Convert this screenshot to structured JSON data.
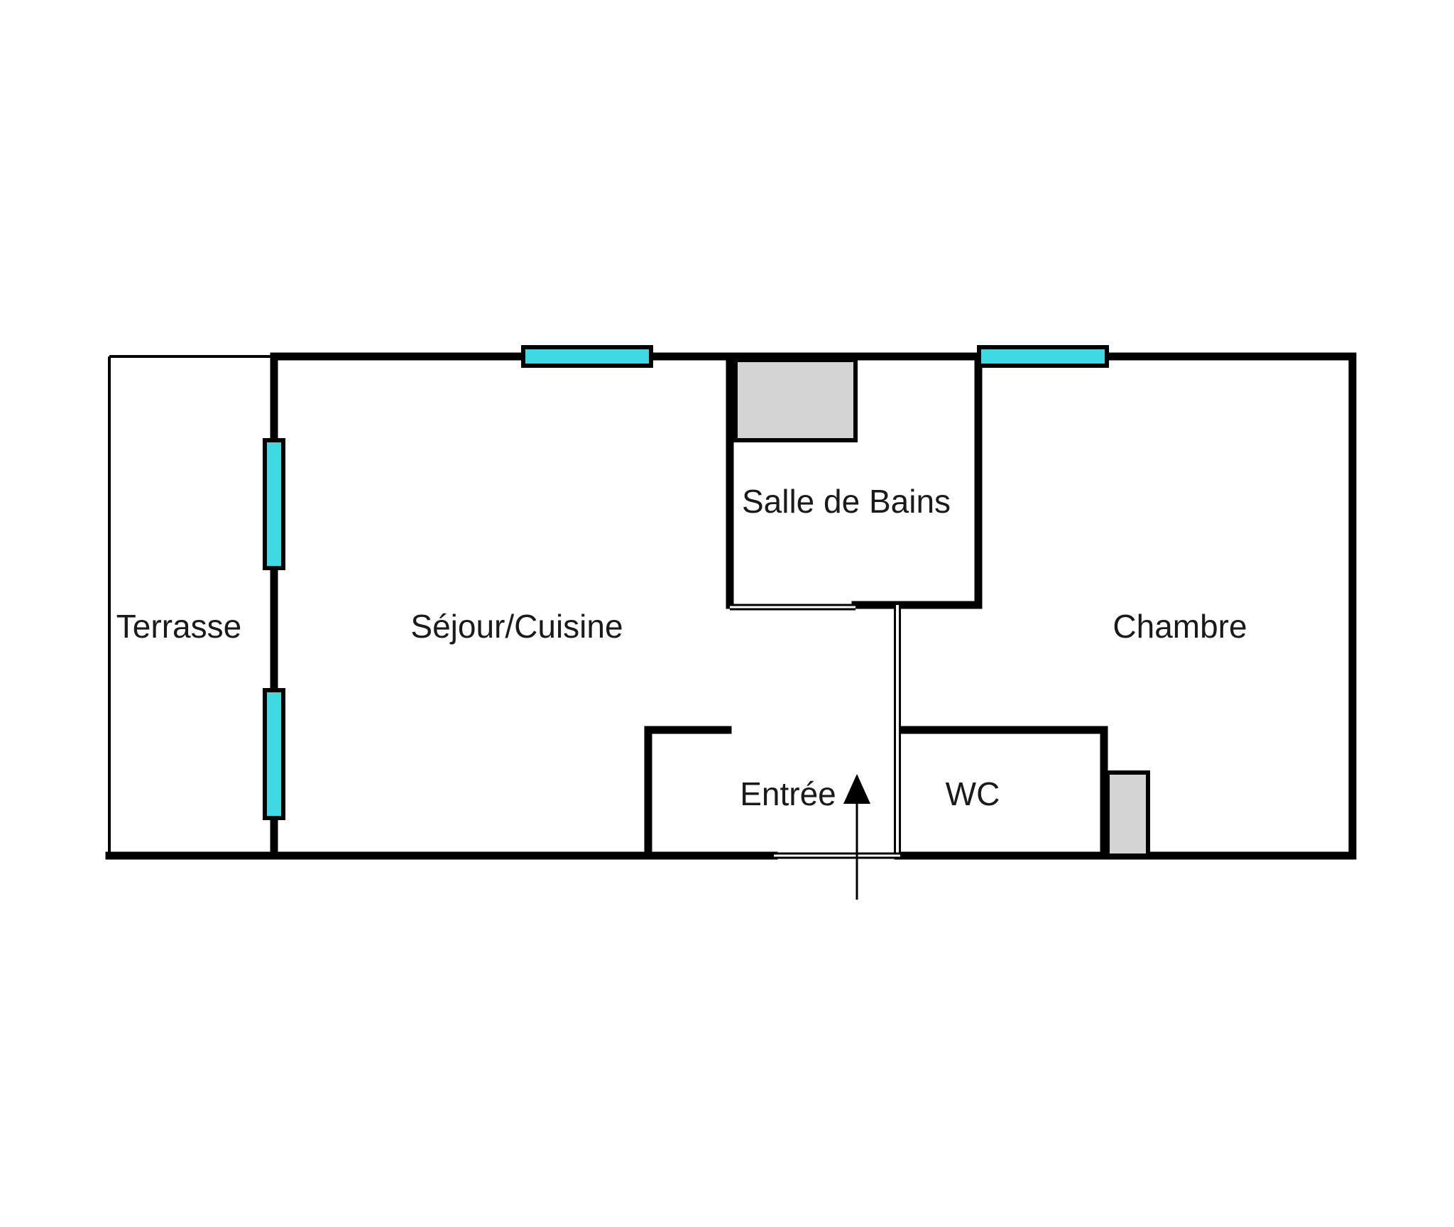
{
  "rooms": {
    "terrasse": "Terrasse",
    "sejour": "Séjour/Cuisine",
    "salle_de_bains": "Salle de Bains",
    "chambre": "Chambre",
    "entree": "Entrée",
    "wc": "WC"
  },
  "colors": {
    "wall": "#000000",
    "window": "#3fd9e3",
    "fixture": "#d4d4d4",
    "background": "#ffffff"
  },
  "icons": {
    "entrance_marker": "arrow-up-icon"
  }
}
